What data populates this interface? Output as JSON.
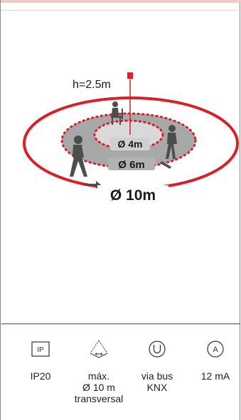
{
  "diagram": {
    "height_label": "h=2.5m",
    "inner_diameter_label": "Ø 4m",
    "middle_diameter_label": "Ø 6m",
    "outer_diameter_label": "Ø 10m",
    "colors": {
      "accent": "#d8202a",
      "ring_gray": "#a8a8a8",
      "inner_gray": "#cfcfcf",
      "figure": "#4d4d4d"
    }
  },
  "specs": [
    {
      "icon": "ip-rating-icon",
      "label": "IP20"
    },
    {
      "icon": "detection-range-icon",
      "label": "máx.\nØ 10 m\ntransversal"
    },
    {
      "icon": "voltage-icon",
      "label": "via bus\nKNX"
    },
    {
      "icon": "current-icon",
      "label": "12 mA"
    }
  ]
}
